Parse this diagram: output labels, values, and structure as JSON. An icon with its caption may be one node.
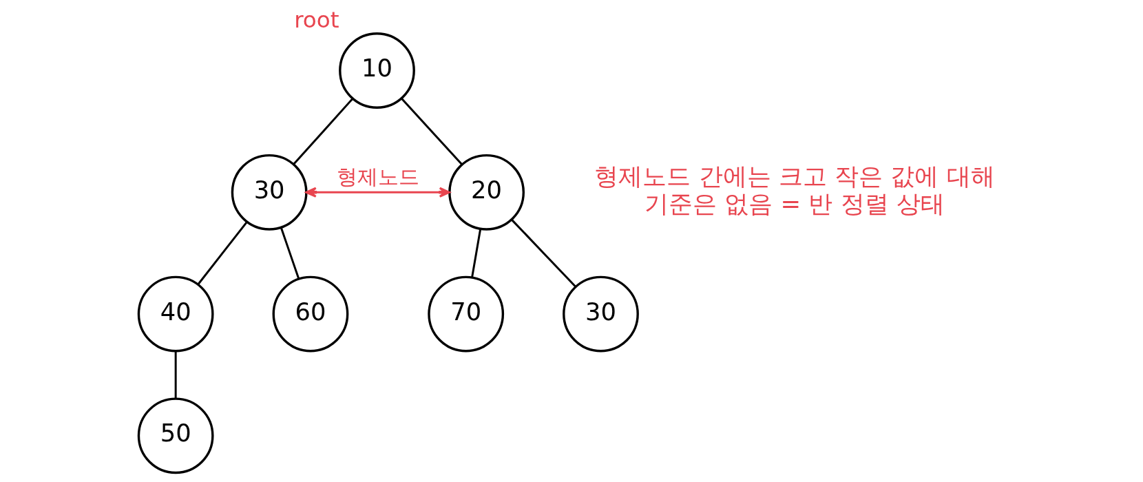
{
  "diagram": {
    "nodes": [
      {
        "text": [
          "10"
        ],
        "beside": [
          "root"
        ]
      },
      {
        "text": [
          "30"
        ]
      },
      {
        "text": [
          "20"
        ]
      },
      {
        "text": [
          "40"
        ]
      },
      {
        "text": [
          "60"
        ]
      },
      {
        "text": [
          "70"
        ]
      },
      {
        "text": [
          "30"
        ]
      },
      {
        "text": [
          "50"
        ]
      }
    ],
    "edges": [
      {
        "from": 0,
        "to": 1,
        "arrow": "none"
      },
      {
        "from": 0,
        "to": 2,
        "arrow": "none"
      },
      {
        "from": 1,
        "to": 2,
        "arrow": "both",
        "label": "형제노드",
        "color": "#e8454f"
      },
      {
        "from": 1,
        "to": 3,
        "arrow": "none"
      },
      {
        "from": 1,
        "to": 4,
        "arrow": "none"
      },
      {
        "from": 2,
        "to": 5,
        "arrow": "none"
      },
      {
        "from": 2,
        "to": 6,
        "arrow": "none"
      },
      {
        "from": 3,
        "to": 7,
        "arrow": "none"
      }
    ],
    "labels": [
      "형제노드 간에는 크고 작은 값에 대해 기준은 없음 = 반 정렬 상태"
    ]
  }
}
